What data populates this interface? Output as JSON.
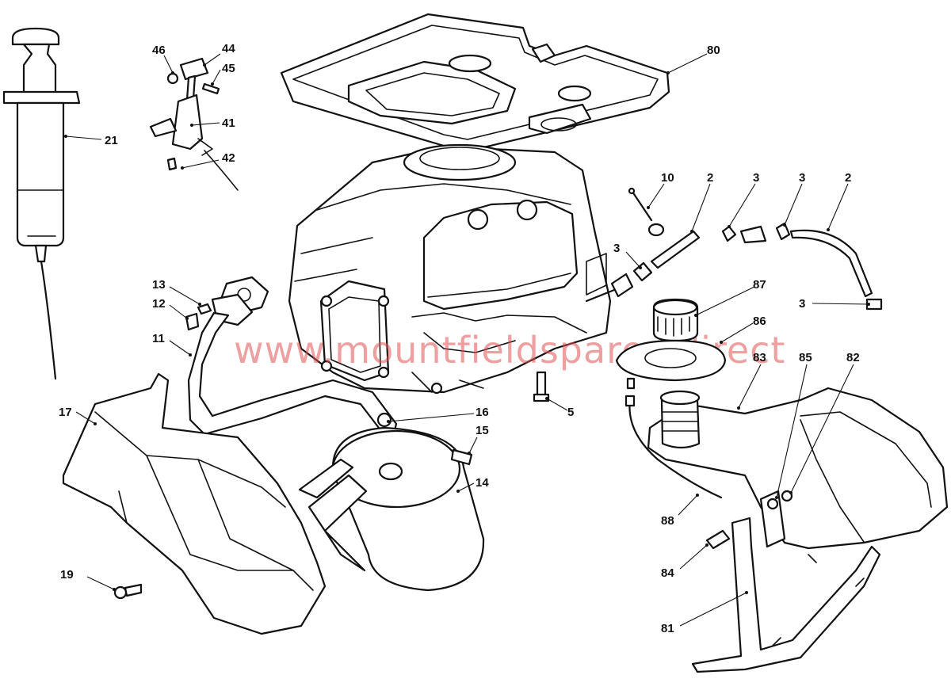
{
  "watermark": "www.mountfieldspares.direct",
  "callouts": {
    "c80": "80",
    "c46": "46",
    "c44": "44",
    "c45": "45",
    "c41": "41",
    "c42": "42",
    "c21": "21",
    "c10": "10",
    "c2a": "2",
    "c3a": "3",
    "c3b": "3",
    "c2b": "2",
    "c3c": "3",
    "c87": "87",
    "c3d": "3",
    "c86": "86",
    "c13": "13",
    "c12": "12",
    "c11": "11",
    "c83": "83",
    "c85": "85",
    "c82": "82",
    "c16": "16",
    "c5": "5",
    "c17": "17",
    "c15": "15",
    "c14": "14",
    "c88": "88",
    "c84": "84",
    "c19": "19",
    "c81": "81"
  }
}
